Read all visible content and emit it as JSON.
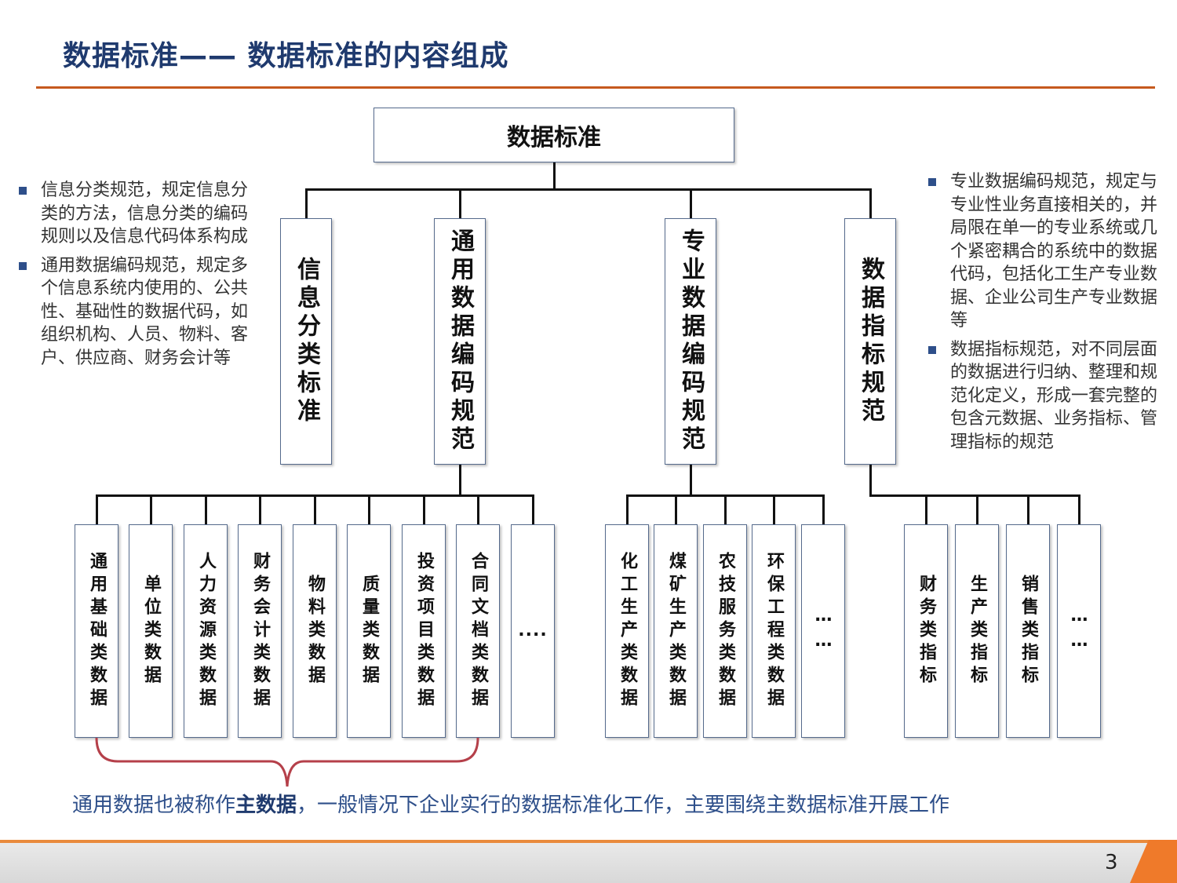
{
  "title": "数据标准—— 数据标准的内容组成",
  "root": "数据标准",
  "level1": [
    {
      "label": "信息分类标准"
    },
    {
      "label": "通用数据编码规范"
    },
    {
      "label": "专业数据编码规范"
    },
    {
      "label": "数据指标规范"
    }
  ],
  "group_general": [
    "通用基础类数据",
    "单位类数据",
    "人力资源类数据",
    "财务会计类数据",
    "物料类数据",
    "质量类数据",
    "投资项目类数据",
    "合同文档类数据",
    "...."
  ],
  "group_professional": [
    "化工生产类数据",
    "煤矿生产类数据",
    "农技服务类数据",
    "环保工程类数据",
    "……"
  ],
  "group_indicator": [
    "财务类指标",
    "生产类指标",
    "销售类指标",
    "……"
  ],
  "left_notes": [
    "信息分类规范，规定信息分类的方法，信息分类的编码规则以及信息代码体系构成",
    "通用数据编码规范，规定多个信息系统内使用的、公共性、基础性的数据代码，如组织机构、人员、物料、客户、供应商、财务会计等"
  ],
  "right_notes": [
    "专业数据编码规范，规定与专业性业务直接相关的，并局限在单一的专业系统或几个紧密耦合的系统中的数据代码，包括化工生产专业数据、企业公司生产专业数据等",
    "数据指标规范，对不同层面的数据进行归纳、整理和规范化定义，形成一套完整的包含元数据、业务指标、管理指标的规范"
  ],
  "footer": {
    "before": "通用数据也被称作",
    "bold": "主数据",
    "after": "，一般情况下企业实行的数据标准化工作，主要围绕主数据标准开展工作"
  },
  "page_number": "3",
  "colors": {
    "title": "#1f3a6e",
    "accent": "#c65a1e",
    "bullet": "#2e4f8a",
    "box_border": "#556a8c",
    "brace": "#b5404a"
  }
}
